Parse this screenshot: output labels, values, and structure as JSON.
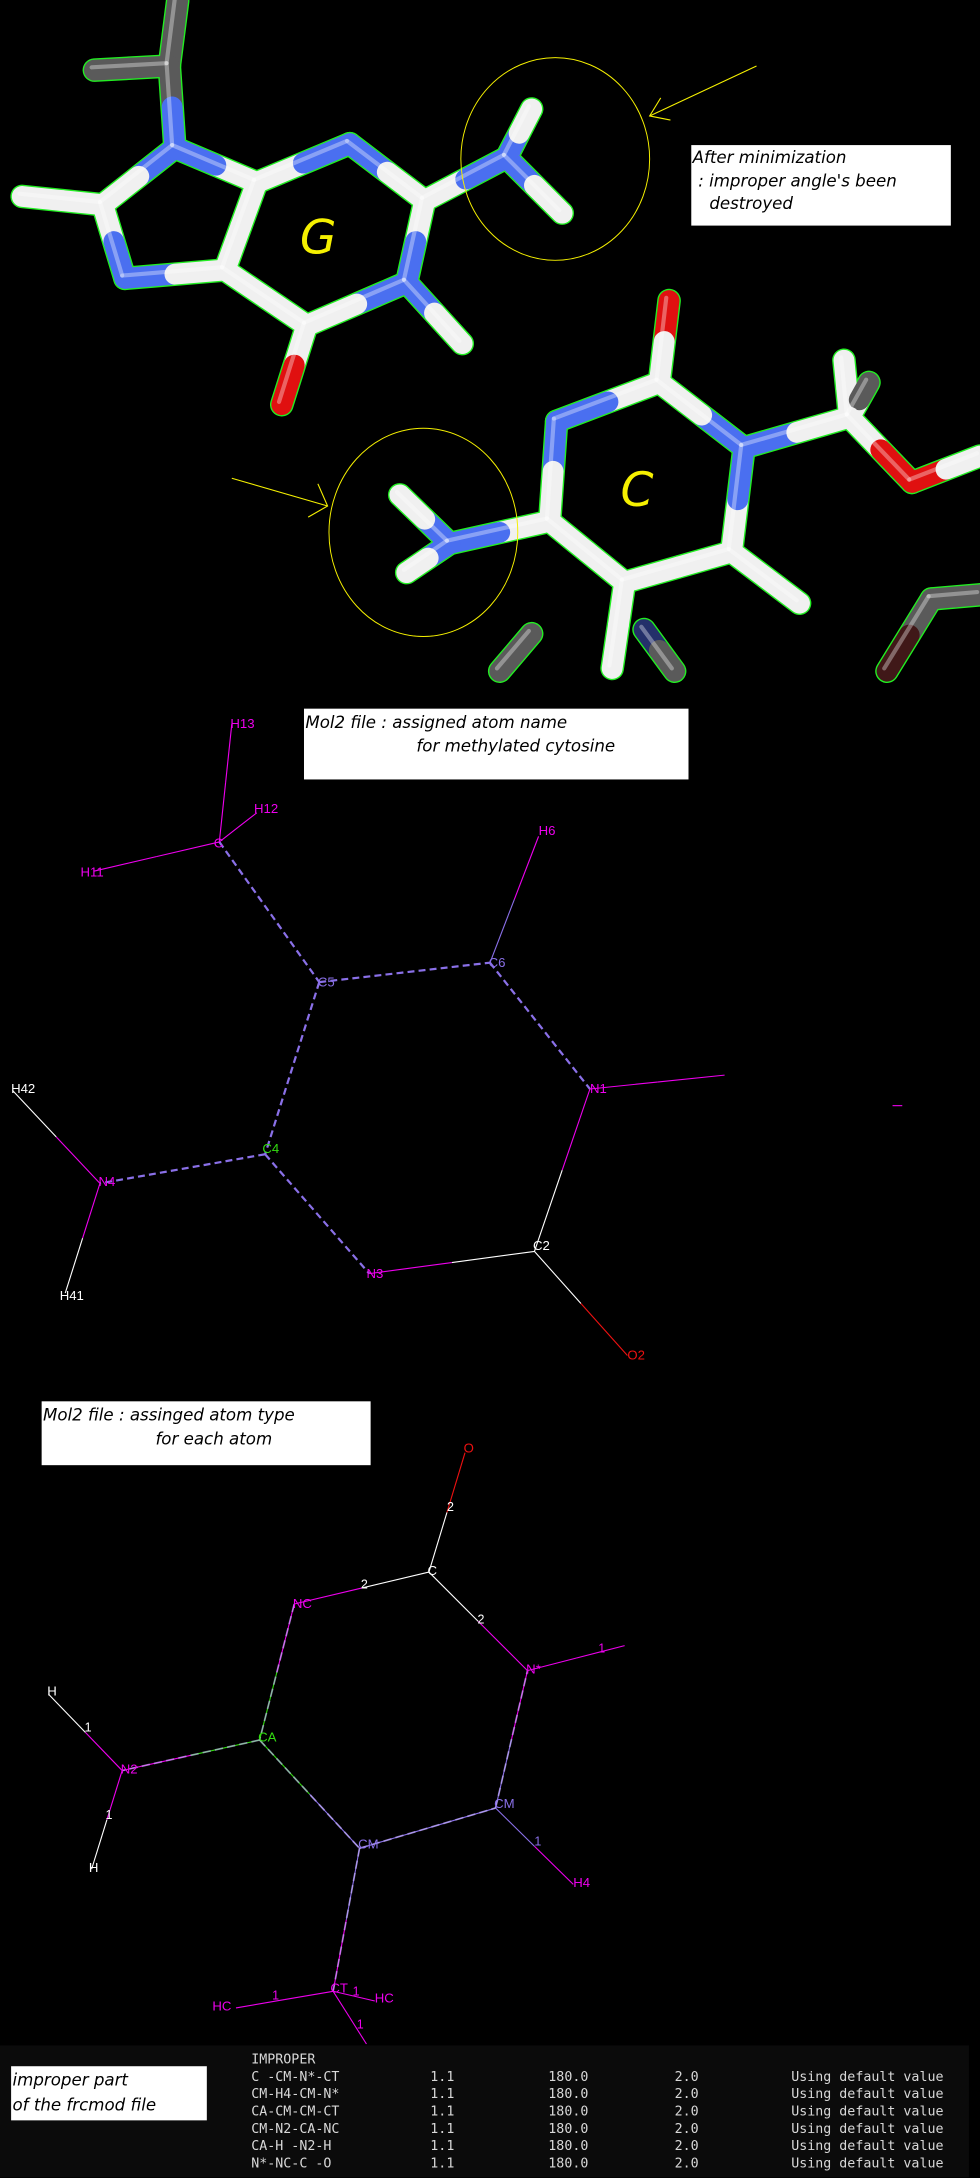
{
  "colors": {
    "background": "#000000",
    "carbon_stick": "#f0f0f0",
    "nitrogen_stick": "#4a6ff0",
    "oxygen_stick": "#e01010",
    "selection_outline": "#22ee22",
    "annotation_yellow": "#f5f000",
    "magenta": "#ee00ee",
    "purple": "#8a70e8",
    "green": "#33dd11",
    "red": "#ee1111"
  },
  "panel_minimized": {
    "note_lines": [
      "After minimization",
      ": improper angle's been",
      "destroyed"
    ],
    "label_g": "G",
    "label_c": "C"
  },
  "panel_atom_names": {
    "note_lines": [
      "Mol2 file : assigned atom name",
      "for methylated cytosine"
    ],
    "atoms": {
      "c": "C",
      "h13": "H13",
      "h12": "H12",
      "h11": "H11",
      "c5": "C5",
      "c6": "C6",
      "h6": "H6",
      "n1": "N1",
      "c2": "C2",
      "o2": "O2",
      "n3": "N3",
      "c4": "C4",
      "n4": "N4",
      "h42": "H42",
      "h41": "H41"
    }
  },
  "panel_atom_types": {
    "note_lines": [
      "Mol2 file : assinged atom type",
      "for each atom"
    ],
    "atoms": {
      "o": "O",
      "c": "C",
      "nc": "NC",
      "nstar": "N*",
      "ca": "CA",
      "n2": "N2",
      "h_top": "H",
      "h_bottom": "H",
      "cm_left": "CM",
      "cm_right": "CM",
      "h4": "H4",
      "ct": "CT",
      "hc_left": "HC",
      "hc_right": "HC"
    },
    "bond_orders": {
      "o_c": "2",
      "c_nc": "2",
      "c_nstar": "2",
      "nstar_out": "1",
      "n2_htop": "1",
      "n2_hbottom": "1",
      "cm_h4": "1",
      "ct_hcleft": "1",
      "ct_hcright": "1",
      "ct_down": "1"
    }
  },
  "frcmod": {
    "note_lines": [
      "improper part",
      "of the frcmod file"
    ],
    "header": "IMPROPER",
    "rows": [
      {
        "atoms": "C -CM-N*-CT",
        "barrier": "1.1",
        "phase": "180.0",
        "periodicity": "2.0",
        "comment": "Using default value"
      },
      {
        "atoms": "CM-H4-CM-N*",
        "barrier": "1.1",
        "phase": "180.0",
        "periodicity": "2.0",
        "comment": "Using default value"
      },
      {
        "atoms": "CA-CM-CM-CT",
        "barrier": "1.1",
        "phase": "180.0",
        "periodicity": "2.0",
        "comment": "Using default value"
      },
      {
        "atoms": "CM-N2-CA-NC",
        "barrier": "1.1",
        "phase": "180.0",
        "periodicity": "2.0",
        "comment": "Using default value"
      },
      {
        "atoms": "CA-H -N2-H",
        "barrier": "1.1",
        "phase": "180.0",
        "periodicity": "2.0",
        "comment": "Using default value"
      },
      {
        "atoms": "N*-NC-C -O",
        "barrier": "1.1",
        "phase": "180.0",
        "periodicity": "2.0",
        "comment": "Using default value"
      }
    ]
  }
}
